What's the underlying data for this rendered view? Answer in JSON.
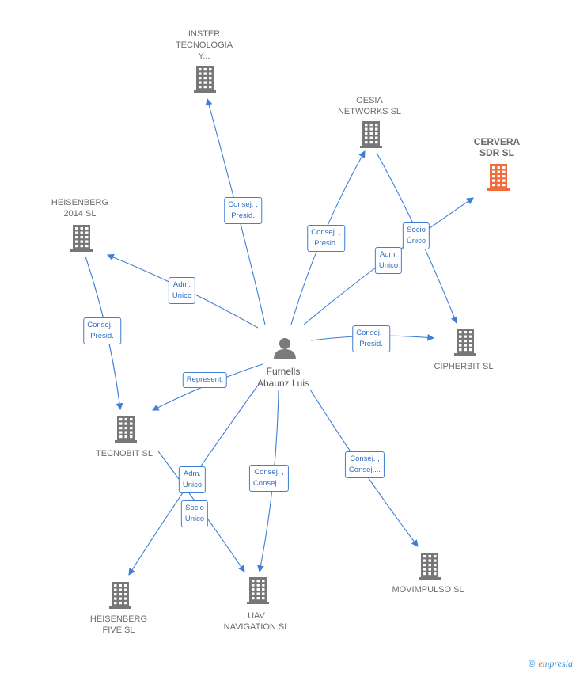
{
  "center": {
    "name": "Furnells\nAbaunz Luis",
    "icon": "person-icon"
  },
  "colors": {
    "edge": "#3f7fd6",
    "building": "#777777",
    "focus_building": "#f26b3a"
  },
  "companies": [
    {
      "id": "inster",
      "name": "INSTER\nTECNOLOGIA\nY...",
      "icon": "building-icon"
    },
    {
      "id": "oesia",
      "name": "OESIA\nNETWORKS SL",
      "icon": "building-icon"
    },
    {
      "id": "cervera",
      "name": "CERVERA\nSDR  SL",
      "icon": "building-icon",
      "focus": true
    },
    {
      "id": "heisenberg2014",
      "name": "HEISENBERG\n2014  SL",
      "icon": "building-icon"
    },
    {
      "id": "cipherbit",
      "name": "CIPHERBIT  SL",
      "icon": "building-icon"
    },
    {
      "id": "tecnobit",
      "name": "TECNOBIT SL",
      "icon": "building-icon"
    },
    {
      "id": "heisenbergfive",
      "name": "HEISENBERG\nFIVE  SL",
      "icon": "building-icon"
    },
    {
      "id": "uav",
      "name": "UAV\nNAVIGATION SL",
      "icon": "building-icon"
    },
    {
      "id": "movimpulso",
      "name": "MOVIMPULSO SL",
      "icon": "building-icon"
    }
  ],
  "relations": [
    {
      "from": "center",
      "to": "inster",
      "label": "Consej. ,\nPresid."
    },
    {
      "from": "center",
      "to": "oesia",
      "label": "Consej. ,\nPresid."
    },
    {
      "from": "center",
      "to": "cervera",
      "label": "Adm.\nUnico"
    },
    {
      "from": "oesia",
      "to": "cipherbit",
      "label": "Socio\nÚnico"
    },
    {
      "from": "center",
      "to": "heisenberg2014",
      "label": "Adm.\nUnico"
    },
    {
      "from": "heisenberg2014",
      "to": "tecnobit",
      "label": "Consej. ,\nPresid."
    },
    {
      "from": "center",
      "to": "cipherbit",
      "label": "Consej. ,\nPresid."
    },
    {
      "from": "center",
      "to": "tecnobit",
      "label": "Represent."
    },
    {
      "from": "center",
      "to": "heisenbergfive",
      "label": "Adm.\nUnico"
    },
    {
      "from": "tecnobit",
      "to": "uav",
      "label": "Socio\nÚnico"
    },
    {
      "from": "center",
      "to": "uav",
      "label": "Consej. ,\nConsej...."
    },
    {
      "from": "center",
      "to": "movimpulso",
      "label": "Consej. ,\nConsej...."
    }
  ],
  "brand": {
    "copyright": "©",
    "name": "mpresia",
    "initial": "e"
  }
}
